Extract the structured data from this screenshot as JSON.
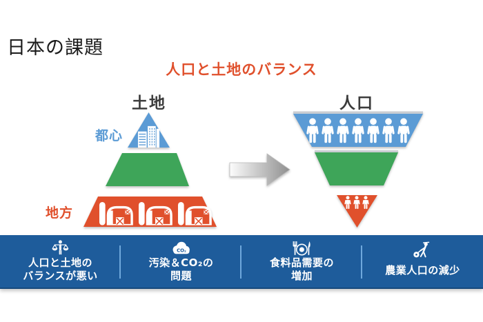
{
  "page": {
    "title": "日本の課題",
    "subtitle": "人口と土地のバランス"
  },
  "diagram": {
    "left_pyramid": {
      "title": "土地",
      "top_label": "都心",
      "bottom_label": "地方",
      "segments": [
        {
          "position": "top",
          "color": "#5B9BD5",
          "icon": "city-buildings-icon"
        },
        {
          "position": "middle",
          "color": "#3EA559",
          "icon": ""
        },
        {
          "position": "bottom",
          "color": "#E0502C",
          "icon": "farm-barns-icon",
          "barn_count": 3
        }
      ]
    },
    "right_pyramid": {
      "title": "人口",
      "segments": [
        {
          "position": "top",
          "color": "#5B9BD5",
          "icon": "people-row-icon",
          "people_count": 7
        },
        {
          "position": "middle",
          "color": "#3EA559",
          "icon": ""
        },
        {
          "position": "bottom",
          "color": "#E0502C",
          "icon": "people-row-icon",
          "people_count": 3
        }
      ]
    },
    "arrow": {
      "direction": "right"
    }
  },
  "footer": {
    "background": "#1E5C9B",
    "items": [
      {
        "icon": "balance-person-icon",
        "lines": [
          "人口と土地の",
          "バランスが悪い"
        ]
      },
      {
        "icon": "co2-cloud-icon",
        "cloud_text": "CO₂",
        "lines": [
          "汚染＆CO₂の",
          "問題"
        ]
      },
      {
        "icon": "fork-plate-knife-icon",
        "lines": [
          "食料品需要の",
          "増加"
        ]
      },
      {
        "icon": "farmer-icon",
        "lines": [
          "農業人口の減少"
        ]
      }
    ]
  },
  "colors": {
    "blue": "#5B9BD5",
    "green": "#3EA559",
    "orange": "#E0502C",
    "subtitle_text": "#E0502C",
    "bar_background": "#1E5C9B",
    "divider": "#6FA8DC",
    "title_text": "#1B1B1B",
    "pyramid_title_text": "#3C3C3C",
    "edge_highlight": "#C9CDD2"
  }
}
